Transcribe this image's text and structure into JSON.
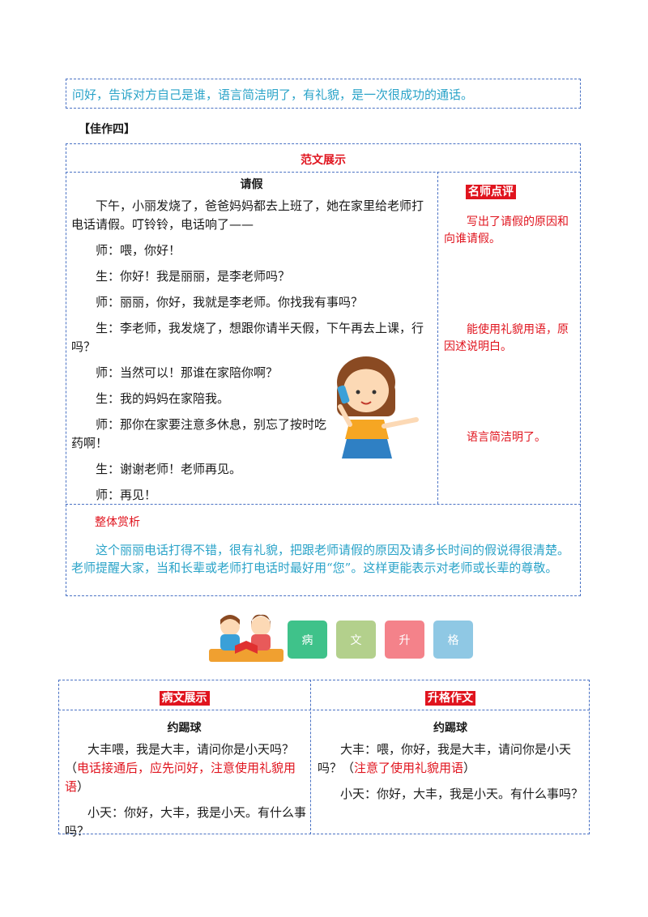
{
  "intro": {
    "text": "问好，告诉对方自己是谁，语言简洁明了，有礼貌，是一次很成功的通话。"
  },
  "section_label": "【佳作四】",
  "showcase": {
    "header": "范文展示",
    "title": "请假",
    "paragraphs": [
      "下午，小丽发烧了，爸爸妈妈都去上班了，她在家里给老师打电话请假。叮铃铃，电话响了——",
      "师：喂，你好！",
      "生：你好！我是丽丽，是李老师吗？",
      "师：丽丽，你好，我就是李老师。你找我有事吗？",
      "生：李老师，我发烧了，想跟你请半天假，下午再去上课，行吗？",
      "师：当然可以！那谁在家陪你啊？",
      "生：我的妈妈在家陪我。",
      "师：那你在家要注意多休息，别忘了按时吃药啊！",
      "生：谢谢老师！老师再见。",
      "师：再见！"
    ],
    "remarks_label": "名师点评",
    "remarks": [
      "写出了请假的原因和向谁请假。",
      "能使用礼貌用语，原因述说明白。",
      "语言简洁明了。"
    ],
    "appreciation_title": "整体赏析",
    "appreciation_text": "这个丽丽电话打得不错，很有礼貌，把跟老师请假的原因及请多长时间的假说得很清楚。老师提醒大家，当和长辈或老师打电话时最好用“您”。这样更能表示对老师或长辈的尊敬。"
  },
  "banner": {
    "buttons": [
      {
        "label": "病",
        "color": "#3fc28a"
      },
      {
        "label": "文",
        "color": "#b3d08c"
      },
      {
        "label": "升",
        "color": "#f4828a"
      },
      {
        "label": "格",
        "color": "#8fc8e4"
      }
    ]
  },
  "comparison": {
    "left": {
      "header": "病文展示",
      "title": "约踢球",
      "p1_text": "大丰喂，我是大丰，请问你是小天吗？（",
      "p1_note": "电话接通后，应先问好，注意使用礼貌用语",
      "p1_close": "）",
      "p2_text": "小天：你好，大丰，我是小天。有什么事吗？"
    },
    "right": {
      "header": "升格作文",
      "title": "约踢球",
      "p1_text": "大丰：喂，你好，我是大丰，请问你是小天吗？（",
      "p1_note": "注意了使用礼貌用语",
      "p1_close": "）",
      "p2_text": "小天：你好，大丰，我是小天。有什么事吗？"
    }
  }
}
